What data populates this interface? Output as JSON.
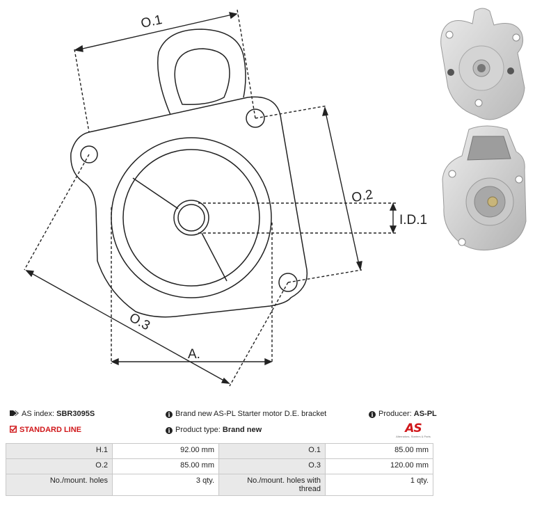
{
  "drawing": {
    "labels": {
      "o1": "O.1",
      "o2": "O.2",
      "o3": "O.3",
      "id1": "I.D.1",
      "a": "A."
    }
  },
  "product": {
    "as_index_label": "AS index:",
    "as_index_value": "SBR3095S",
    "description": "Brand new AS-PL Starter motor D.E. bracket",
    "producer_label": "Producer:",
    "producer_value": "AS-PL",
    "line": "STANDARD LINE",
    "product_type_label": "Product type:",
    "product_type_value": "Brand new",
    "logo_mark": "AS",
    "logo_sub": "Alternators, Starters & Parts"
  },
  "params": [
    [
      "H.1",
      "92.00 mm",
      "O.1",
      "85.00 mm"
    ],
    [
      "O.2",
      "85.00 mm",
      "O.3",
      "120.00 mm"
    ],
    [
      "No./mount. holes",
      "3 qty.",
      "No./mount. holes with thread",
      "1 qty."
    ]
  ],
  "colors": {
    "accent_red": "#d0171a",
    "table_label_bg": "#e9e9e9"
  },
  "icons": [
    "tag-icon",
    "info-icon",
    "checkbox-icon"
  ]
}
